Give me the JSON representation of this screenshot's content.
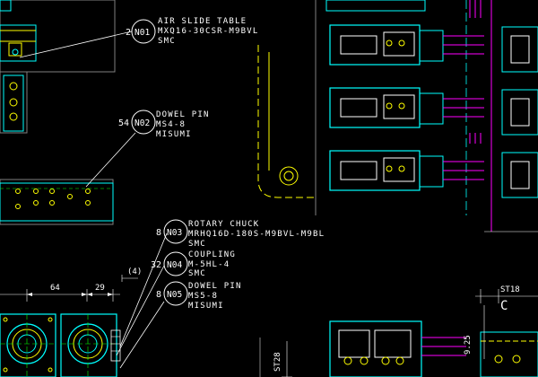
{
  "balloons": [
    {
      "qty": "2",
      "id": "N01",
      "lines": [
        "AIR SLIDE TABLE",
        "MXQ16-30CSR-M9BVL",
        "SMC"
      ]
    },
    {
      "qty": "54",
      "id": "N02",
      "lines": [
        "DOWEL PIN",
        "MS4-8",
        "MISUMI"
      ]
    },
    {
      "qty": "8",
      "id": "N03",
      "lines": [
        "ROTARY CHUCK",
        "MRHQ16D-180S-M9BVL-M9BL",
        "SMC"
      ]
    },
    {
      "qty": "32",
      "id": "N04",
      "lines": [
        "COUPLING",
        "M-5HL-4",
        "SMC"
      ]
    },
    {
      "qty": "8",
      "id": "N05",
      "lines": [
        "DOWEL PIN",
        "MS5-8",
        "MISUMI"
      ]
    }
  ],
  "dimensions": {
    "d_64": "64",
    "d_29": "29",
    "d_4": "(4)",
    "d_st18": "ST18",
    "d_c": "C",
    "d_st28": "ST28",
    "d_925": "9.25"
  },
  "colors": {
    "background": "#000000",
    "cyan": "#00ffff",
    "yellow": "#ffff00",
    "magenta": "#ff00ff",
    "white": "#ffffff",
    "green": "#00ff00",
    "grey": "#808080"
  }
}
